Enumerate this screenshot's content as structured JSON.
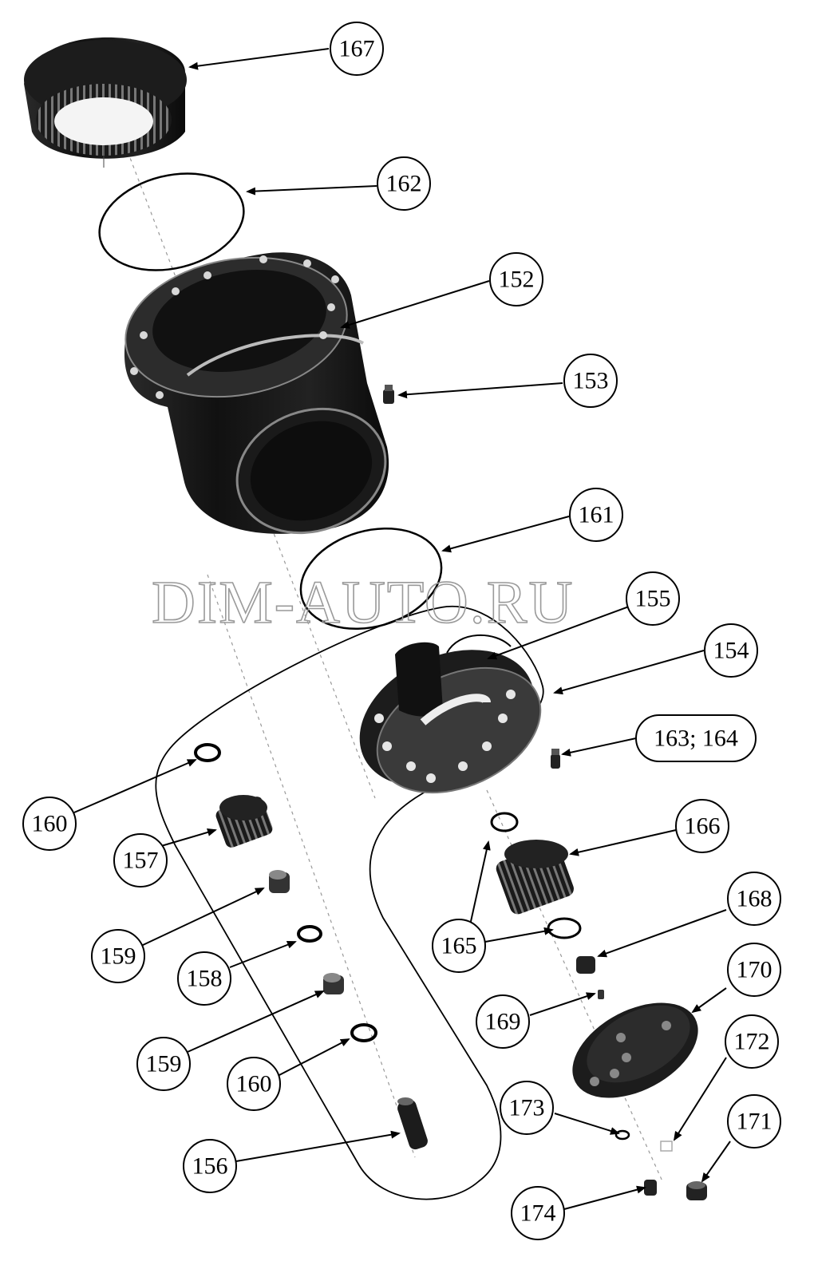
{
  "watermark": "DIM-AUTO.RU",
  "callouts": {
    "c167": "167",
    "c162": "162",
    "c152": "152",
    "c153": "153",
    "c161": "161",
    "c155": "155",
    "c154": "154",
    "c163_164": "163; 164",
    "c160a": "160",
    "c157": "157",
    "c166": "166",
    "c159a": "159",
    "c168": "168",
    "c165": "165",
    "c158": "158",
    "c170": "170",
    "c169": "169",
    "c159b": "159",
    "c172": "172",
    "c160b": "160",
    "c173": "173",
    "c171": "171",
    "c156": "156",
    "c174": "174"
  }
}
